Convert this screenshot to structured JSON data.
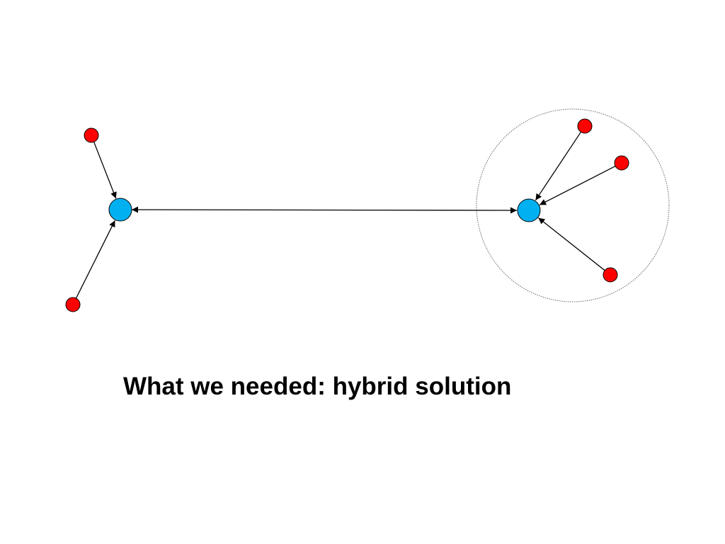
{
  "caption": "What we needed: hybrid solution",
  "colors": {
    "hub_node": "#00b0f0",
    "leaf_node": "#ff0000",
    "stroke": "#000000",
    "cluster_boundary": "#666666",
    "background": "#ffffff"
  },
  "nodes": [
    {
      "id": "hub-left",
      "kind": "hub"
    },
    {
      "id": "hub-right",
      "kind": "hub"
    },
    {
      "id": "leaf-left-top",
      "kind": "leaf"
    },
    {
      "id": "leaf-left-bottom",
      "kind": "leaf"
    },
    {
      "id": "leaf-right-1",
      "kind": "leaf"
    },
    {
      "id": "leaf-right-2",
      "kind": "leaf"
    },
    {
      "id": "leaf-right-3",
      "kind": "leaf"
    }
  ],
  "edges": [
    {
      "from": "leaf-left-top",
      "to": "hub-left",
      "direction": "forward"
    },
    {
      "from": "leaf-left-bottom",
      "to": "hub-left",
      "direction": "forward"
    },
    {
      "from": "hub-left",
      "to": "hub-right",
      "direction": "both"
    },
    {
      "from": "leaf-right-1",
      "to": "hub-right",
      "direction": "forward"
    },
    {
      "from": "leaf-right-2",
      "to": "hub-right",
      "direction": "forward"
    },
    {
      "from": "leaf-right-3",
      "to": "hub-right",
      "direction": "forward"
    }
  ],
  "cluster": {
    "members": [
      "hub-right",
      "leaf-right-1",
      "leaf-right-2",
      "leaf-right-3"
    ],
    "style": "dotted"
  }
}
